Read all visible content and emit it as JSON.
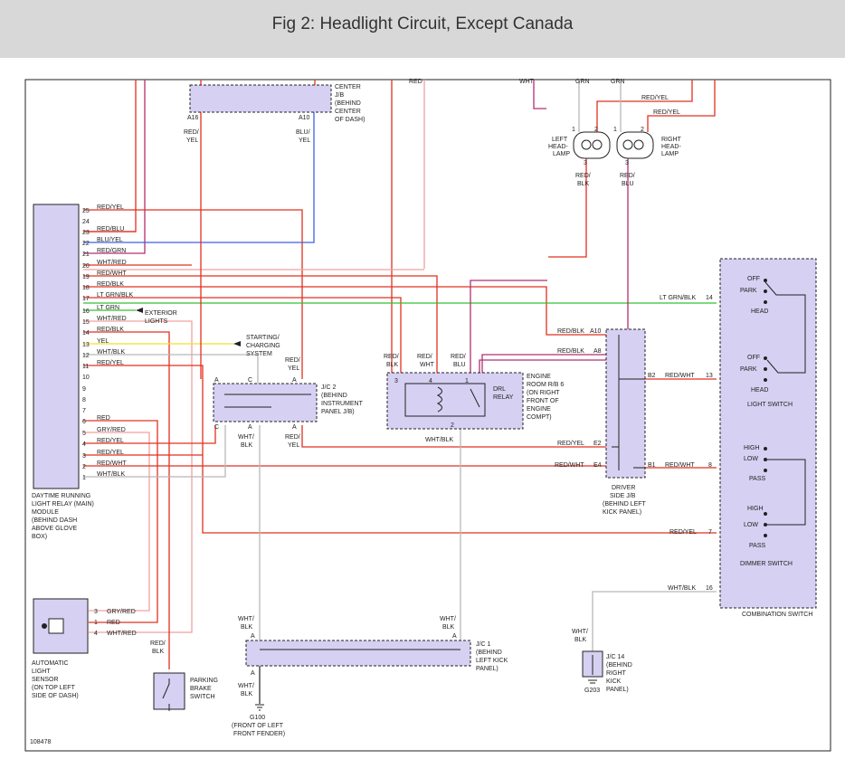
{
  "title": "Fig 2: Headlight Circuit, Except Canada",
  "figure_id": "108478",
  "colors": {
    "red": "#e23020",
    "pink": "#f0a0a0",
    "yellow": "#f0e030",
    "green": "#30c030",
    "blue": "#4060e0",
    "purple": "#b03070",
    "gray": "#b8b8b8",
    "black": "#333333",
    "box_fill": "#d6d0f2"
  },
  "components": {
    "drl_module": [
      "DAYTIME RUNNING",
      "LIGHT RELAY (MAIN)",
      "MODULE",
      "(BEHIND DASH",
      "ABOVE GLOVE",
      "BOX)"
    ],
    "center_jb": [
      "CENTER",
      "J/B",
      "(BEHIND",
      "CENTER",
      "OF DASH)"
    ],
    "jc2": [
      "J/C 2",
      "(BEHIND",
      "INSTRUMENT",
      "PANEL J/B)"
    ],
    "engine_room_rb6": [
      "ENGINE",
      "ROOM R/B 6",
      "(ON RIGHT",
      "FRONT OF",
      "ENGINE",
      "COMPT)"
    ],
    "drl_relay": [
      "DRL",
      "RELAY"
    ],
    "left_headlamp": [
      "LEFT",
      "HEAD-",
      "LAMP"
    ],
    "right_headlamp": [
      "RIGHT",
      "HEAD-",
      "LAMP"
    ],
    "driver_side_jb": [
      "DRIVER",
      "SIDE J/B",
      "(BEHIND LEFT",
      "KICK PANEL)"
    ],
    "light_switch": "LIGHT SWITCH",
    "dimmer_switch": "DIMMER SWITCH",
    "combination_switch": "COMBINATION SWITCH",
    "exterior_lights": [
      "EXTERIOR",
      "LIGHTS"
    ],
    "starting_charging": [
      "STARTING/",
      "CHARGING",
      "SYSTEM"
    ],
    "auto_light_sensor": [
      "AUTOMATIC",
      "LIGHT",
      "SENSOR",
      "(ON TOP LEFT",
      "SIDE OF DASH)"
    ],
    "parking_brake_switch": [
      "PARKING",
      "BRAKE",
      "SWITCH"
    ],
    "jc1": [
      "J/C 1",
      "(BEHIND",
      "LEFT KICK",
      "PANEL)"
    ],
    "jc14": [
      "J/C 14",
      "(BEHIND",
      "RIGHT",
      "KICK",
      "PANEL)"
    ],
    "g100": [
      "G100",
      "(FRONT OF LEFT",
      "FRONT FENDER)"
    ],
    "g203": "G203"
  },
  "module_pins": [
    {
      "pin": "25",
      "wire": "RED/YEL"
    },
    {
      "pin": "24",
      "wire": ""
    },
    {
      "pin": "23",
      "wire": "RED/BLU"
    },
    {
      "pin": "22",
      "wire": "BLU/YEL"
    },
    {
      "pin": "21",
      "wire": "RED/GRN"
    },
    {
      "pin": "20",
      "wire": "WHT/RED"
    },
    {
      "pin": "19",
      "wire": "RED/WHT"
    },
    {
      "pin": "18",
      "wire": "RED/BLK"
    },
    {
      "pin": "17",
      "wire": "LT GRN/BLK"
    },
    {
      "pin": "16",
      "wire": "LT GRN"
    },
    {
      "pin": "15",
      "wire": "WHT/RED"
    },
    {
      "pin": "14",
      "wire": "RED/BLK"
    },
    {
      "pin": "13",
      "wire": "YEL"
    },
    {
      "pin": "12",
      "wire": "WHT/BLK"
    },
    {
      "pin": "11",
      "wire": "RED/YEL"
    },
    {
      "pin": "10",
      "wire": ""
    },
    {
      "pin": "9",
      "wire": ""
    },
    {
      "pin": "8",
      "wire": ""
    },
    {
      "pin": "7",
      "wire": ""
    },
    {
      "pin": "6",
      "wire": "RED"
    },
    {
      "pin": "5",
      "wire": "GRY/RED"
    },
    {
      "pin": "4",
      "wire": "RED/YEL"
    },
    {
      "pin": "3",
      "wire": "RED/YEL"
    },
    {
      "pin": "2",
      "wire": "RED/WHT"
    },
    {
      "pin": "1",
      "wire": "WHT/BLK"
    }
  ],
  "sensor_pins": [
    {
      "pin": "3",
      "wire": "GRY/RED"
    },
    {
      "pin": "1",
      "wire": "RED"
    },
    {
      "pin": "4",
      "wire": "WHT/RED"
    }
  ],
  "switch_positions": {
    "light_top": [
      "OFF",
      "PARK",
      "HEAD"
    ],
    "light_bottom": [
      "OFF",
      "PARK",
      "HEAD"
    ],
    "dimmer_top": [
      "HIGH",
      "LOW",
      "PASS"
    ],
    "dimmer_bottom": [
      "HIGH",
      "LOW",
      "PASS"
    ]
  },
  "labels": {
    "top_red": "RED",
    "top_wht": "WHT",
    "top_grn1": "GRN",
    "top_grn2": "GRN",
    "a16": "A16",
    "a10_cjb": "A10",
    "red_yel_a16": [
      "RED/",
      "YEL"
    ],
    "blu_yel_a10": [
      "BLU/",
      "YEL"
    ],
    "hl_pin1": "1",
    "hl_pin2": "2",
    "hl_pin3": "3",
    "hr_pin1": "1",
    "hr_pin2": "2",
    "hr_pin3": "3",
    "hl_red_yel": "RED/YEL",
    "hr_red_yel": "RED/YEL",
    "hl_red_blk": [
      "RED/",
      "BLK"
    ],
    "hr_red_blu": [
      "RED/",
      "BLU"
    ],
    "lt_grn_blk_14": "LT GRN/BLK",
    "pin14": "14",
    "red_blk_a10": "RED/BLK",
    "a10_dsjb": "A10",
    "red_blk_a8": "RED/BLK",
    "a8": "A8",
    "b2": "B2",
    "red_wht_13": "RED/WHT",
    "pin13": "13",
    "e2": "E2",
    "red_yel_e2": "RED/YEL",
    "e4": "E4",
    "red_wht_e4": "RED/WHT",
    "b1": "B1",
    "red_wht_8": "RED/WHT",
    "pin8": "8",
    "red_yel_7": "RED/YEL",
    "pin7": "7",
    "wht_blk_16": "WHT/BLK",
    "pin16": "16",
    "rb_red_blk": [
      "RED/",
      "BLK"
    ],
    "rb_red_wht": [
      "RED/",
      "WHT"
    ],
    "rb_red_blu": [
      "RED/",
      "BLU"
    ],
    "rb_pin3": "3",
    "rb_pin4": "4",
    "rb_pin1": "1",
    "rb_pin2": "2",
    "rb_wht_blk": "WHT/BLK",
    "jc2_red_yel_top": [
      "RED/",
      "YEL"
    ],
    "jc2_A1": "A",
    "jc2_C1": "C",
    "jc2_A2": "A",
    "jc2_C2": "C",
    "jc2_A3": "A",
    "jc2_A4": "A",
    "jc2_wht_blk": [
      "WHT/",
      "BLK"
    ],
    "jc2_red_yel_bottom": [
      "RED/",
      "YEL"
    ],
    "jc1_wht_blk_left": [
      "WHT/",
      "BLK"
    ],
    "jc1_wht_blk_right": [
      "WHT/",
      "BLK"
    ],
    "jc1_A1": "A",
    "jc1_A2": "A",
    "jc1_A3": "A",
    "g100_wht_blk": [
      "WHT/",
      "BLK"
    ],
    "pb_red_blk": [
      "RED/",
      "BLK"
    ],
    "jc14_wht_blk": [
      "WHT/",
      "BLK"
    ]
  }
}
